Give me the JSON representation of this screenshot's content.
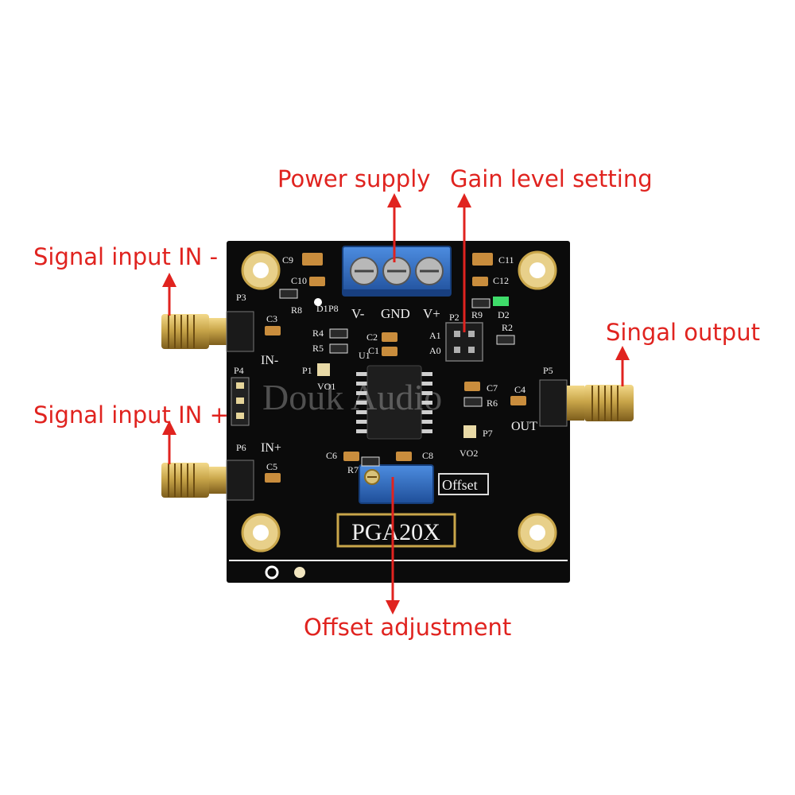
{
  "callouts": {
    "power_supply": "Power supply",
    "gain_level": "Gain level setting",
    "signal_in_minus": "Signal input IN -",
    "signal_in_plus": "Signal input IN +",
    "signal_output": "Singal output",
    "offset_adjust": "Offset adjustment"
  },
  "board": {
    "title": "PGA20X",
    "offset_label": "Offset",
    "terminal_labels": {
      "vminus": "V-",
      "gnd": "GND",
      "vplus": "V+"
    },
    "silk": {
      "in_minus": "IN-",
      "in_plus": "IN+",
      "out": "OUT",
      "a1": "A1",
      "a0": "A0",
      "p1": "P1",
      "p2": "P2",
      "p3": "P3",
      "p4": "P4",
      "p5": "P5",
      "p6": "P6",
      "p7": "P7",
      "p8": "P8",
      "c1": "C1",
      "c2": "C2",
      "c3": "C3",
      "c4": "C4",
      "c5": "C5",
      "c6": "C6",
      "c7": "C7",
      "c8": "C8",
      "c9": "C9",
      "c10": "C10",
      "c11": "C11",
      "c12": "C12",
      "r2": "R2",
      "r4": "R4",
      "r5": "R5",
      "r6": "R6",
      "r7": "R7",
      "r8": "R8",
      "r9": "R9",
      "d1": "D1",
      "d2": "D2",
      "u1": "U1",
      "vo1": "VO1",
      "vo2": "VO2"
    }
  },
  "watermark": "Douk Audio",
  "colors": {
    "callout_red": "#e0231f",
    "pcb_black": "#0b0b0b",
    "gold": "#c9a64a",
    "terminal_blue": "#2f6fc4"
  }
}
